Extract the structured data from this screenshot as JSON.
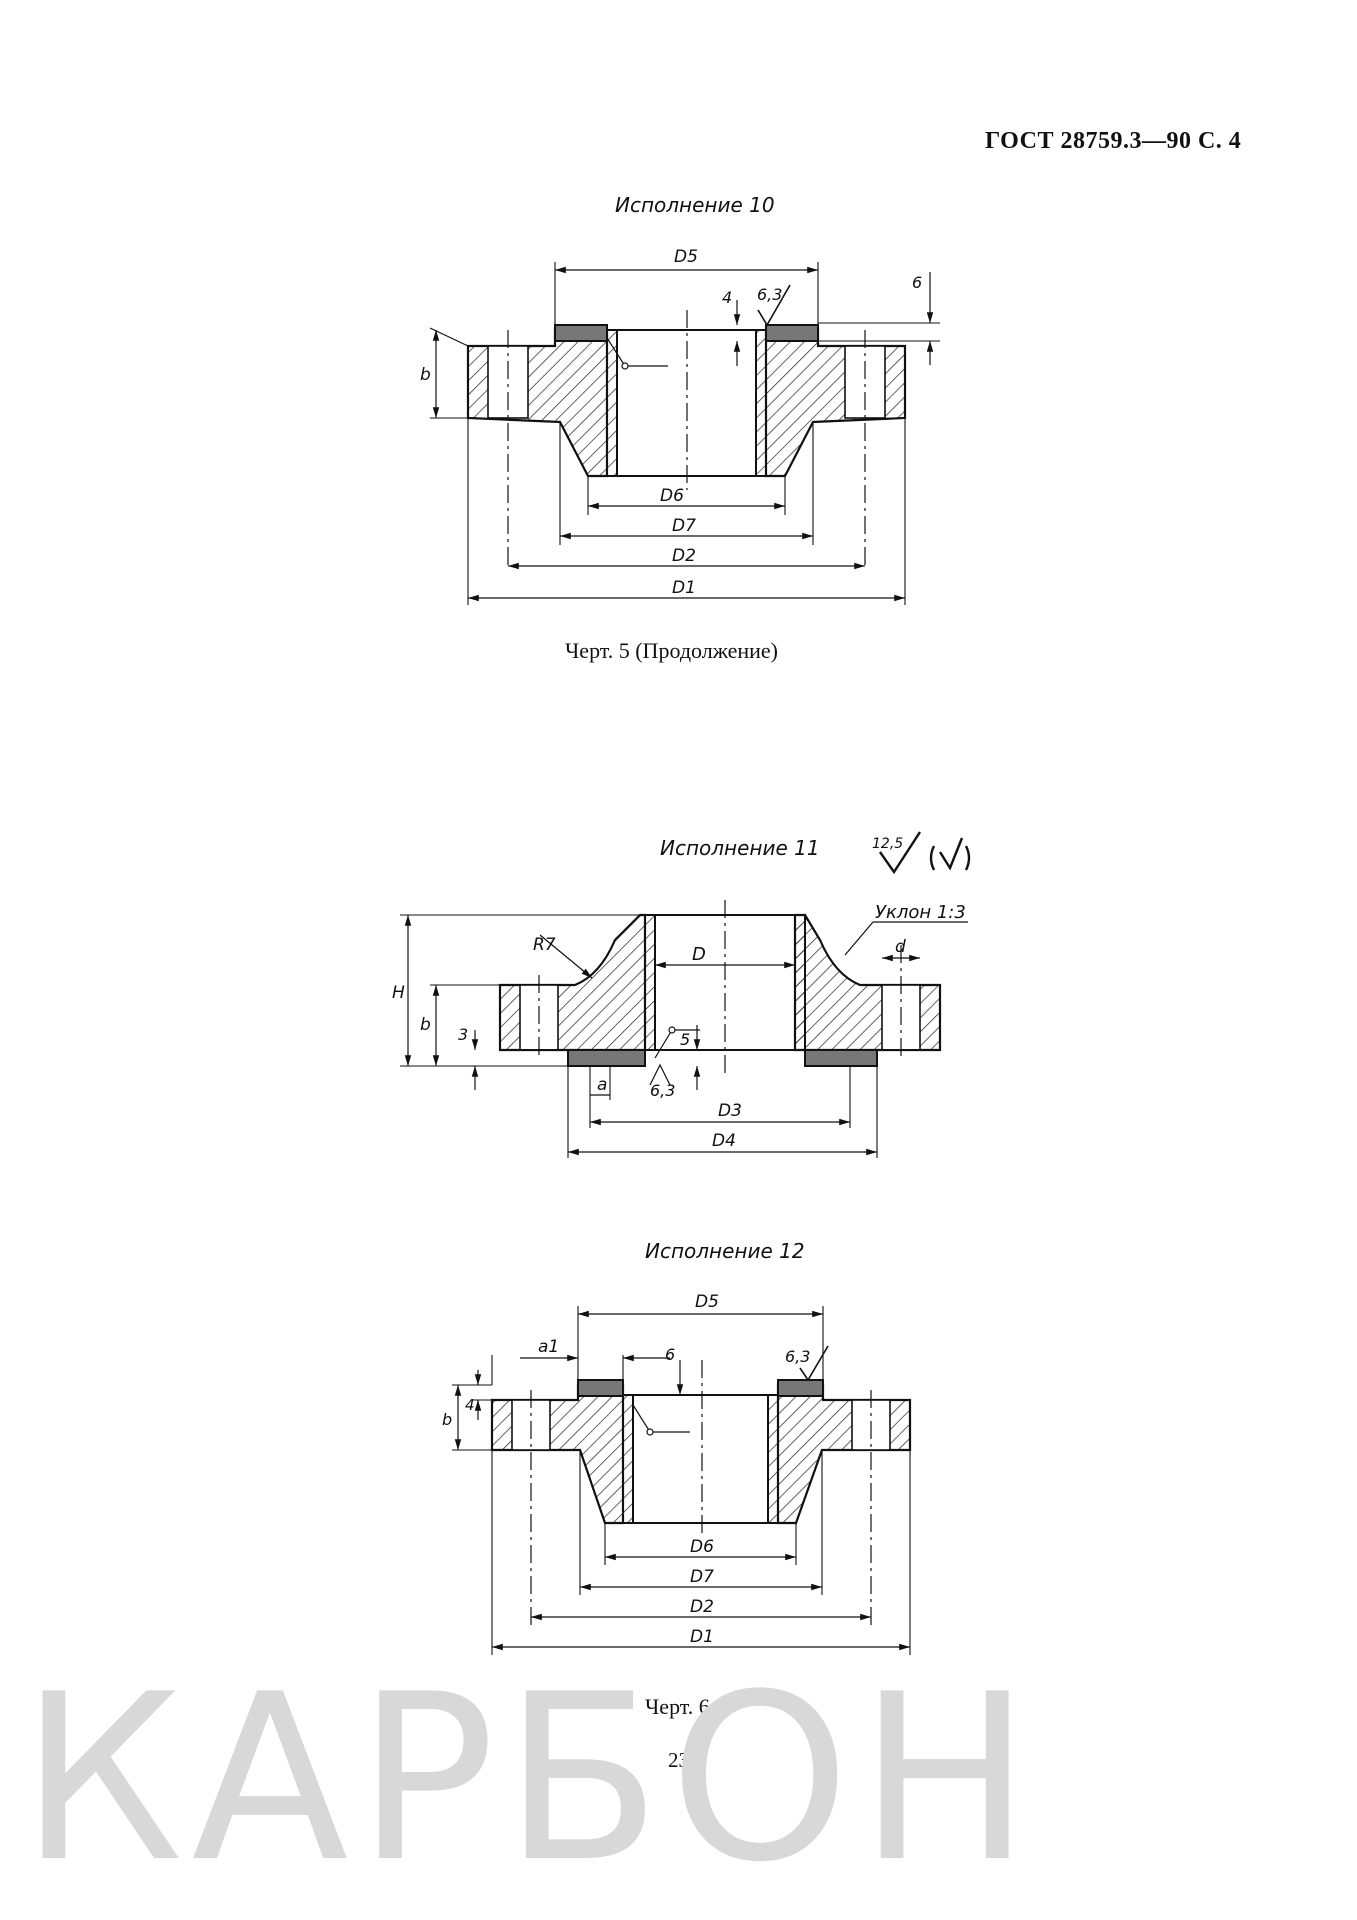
{
  "header": {
    "title": "ГОСТ 28759.3—90 С. 4"
  },
  "drawing1": {
    "title": "Исполнение 10",
    "dims": {
      "D5": "D5",
      "D6": "D6",
      "D7": "D7",
      "D2": "D2",
      "D1": "D1",
      "b": "b",
      "d4": "4",
      "d6": "6",
      "rough": "6,3"
    },
    "caption": "Черт. 5 (Продолжение)"
  },
  "drawing2": {
    "title": "Исполнение 11",
    "rough_note": "12,5",
    "slope": "Уклон 1:3",
    "dims": {
      "R7": "R7",
      "d": "d",
      "D": "D",
      "H": "H",
      "b": "b",
      "d3": "3",
      "d5": "5",
      "a": "a",
      "rough": "6,3",
      "D3": "D3",
      "D4": "D4"
    }
  },
  "drawing3": {
    "title": "Исполнение 12",
    "dims": {
      "D5": "D5",
      "a1": "a1",
      "d6": "6",
      "rough": "6,3",
      "b": "b",
      "d4": "4",
      "D6": "D6",
      "D7": "D7",
      "D2": "D2",
      "D1": "D1"
    },
    "caption": "Черт. 6"
  },
  "page": {
    "number": "23"
  },
  "watermark": {
    "text": "КАРБОН"
  }
}
